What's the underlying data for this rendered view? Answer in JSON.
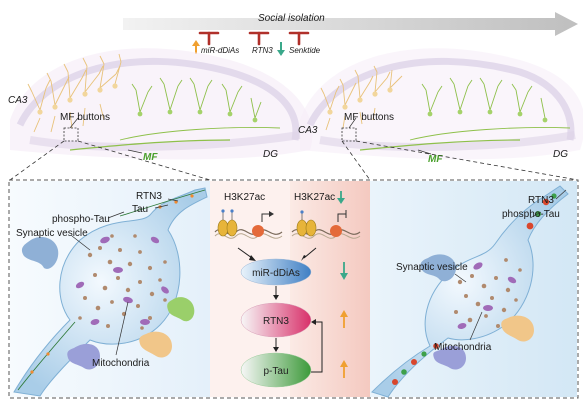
{
  "top": {
    "condition": "Social isolation",
    "legend": [
      "miR-dDiAs",
      "RTN3",
      "Senktide"
    ]
  },
  "hippocampus": {
    "left": {
      "ca3": "CA3",
      "mf_buttons": "MF buttons",
      "mf": "MF",
      "dg": "DG"
    },
    "right": {
      "ca3": "CA3",
      "mf_buttons": "MF buttons",
      "mf": "MF",
      "dg": "DG"
    }
  },
  "left_panel": {
    "labels": [
      "RTN3",
      "Tau",
      "phospho-Tau",
      "Synaptic vesicle",
      "Mitochondria"
    ]
  },
  "center_panel": {
    "h3k27ac_left": "H3K27ac",
    "h3k27ac_right": "H3K27ac",
    "nodes": [
      "miR-dDiAs",
      "RTN3",
      "p-Tau"
    ]
  },
  "right_panel": {
    "labels": [
      "RTN3",
      "phospho-Tau",
      "Synaptic vesicle",
      "Mitochondria"
    ]
  },
  "colors": {
    "arrow_up": "#f0a030",
    "arrow_down": "#3aa88a",
    "inhibit": "#b0302a",
    "neuron_blue": "#bcd8ee",
    "dendrite_yellow": "#e8c27a",
    "dendrite_green": "#8ec04a",
    "panel_pink": "#f9e3de"
  }
}
